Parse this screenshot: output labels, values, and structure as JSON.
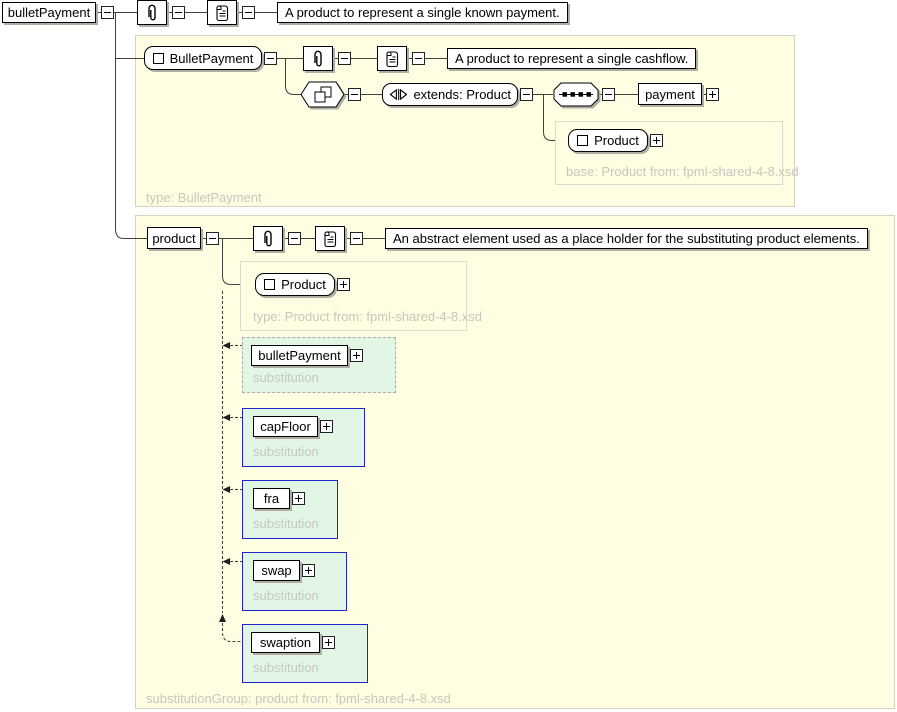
{
  "diagram": {
    "root": {
      "label": "bulletPayment",
      "annotation": "A product to represent a single known payment."
    },
    "bullet_payment_panel": {
      "type_label": "BulletPayment",
      "annotation": "A product to represent a single cashflow.",
      "extends_label": "extends: Product",
      "payment_label": "payment",
      "base_type": {
        "label": "Product",
        "caption": "base: Product from: fpml-shared-4-8.xsd"
      },
      "footer": "type: BulletPayment"
    },
    "product_panel": {
      "element_label": "product",
      "annotation": "An abstract element used as a place holder for the substituting product elements.",
      "type_ref": {
        "label": "Product",
        "caption": "type: Product from: fpml-shared-4-8.xsd"
      },
      "substitutions": [
        {
          "label": "bulletPayment",
          "caption": "substitution"
        },
        {
          "label": "capFloor",
          "caption": "substitution"
        },
        {
          "label": "fra",
          "caption": "substitution"
        },
        {
          "label": "swap",
          "caption": "substitution"
        },
        {
          "label": "swaption",
          "caption": "substitution"
        }
      ],
      "footer": "substitutionGroup: product from: fpml-shared-4-8.xsd"
    },
    "colors": {
      "panel_bg": "#fffee3",
      "sub_bg": "#e2f6e6",
      "sub_border": "#2323cc",
      "cap": "#c5c8bd",
      "line": "#404040"
    }
  }
}
